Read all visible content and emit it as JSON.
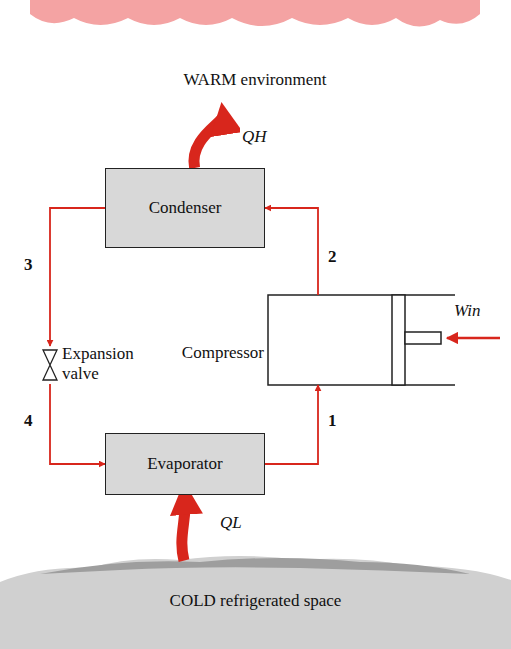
{
  "diagram": {
    "nodes": [
      {
        "text": [
          "WARM environment"
        ]
      },
      {
        "text": [
          "Condenser"
        ]
      },
      {
        "text": [
          "Expansion valve"
        ]
      },
      {
        "text": [
          "Compressor"
        ]
      },
      {
        "text": [
          "Evaporator"
        ]
      },
      {
        "text": [
          "COLD refrigerated space"
        ]
      }
    ],
    "edges": [
      {
        "from": 1,
        "to": 0,
        "arrow": "to",
        "label": "QH"
      },
      {
        "from": 1,
        "to": 2,
        "arrow": "to",
        "label": "3"
      },
      {
        "from": 2,
        "to": 4,
        "arrow": "to",
        "label": "4"
      },
      {
        "from": 4,
        "to": 3,
        "arrow": "to",
        "label": "1"
      },
      {
        "from": 3,
        "to": 1,
        "arrow": "to",
        "label": "2"
      },
      {
        "from": 5,
        "to": 4,
        "arrow": "to",
        "label": "QL"
      }
    ],
    "labels": [
      "Win"
    ]
  }
}
